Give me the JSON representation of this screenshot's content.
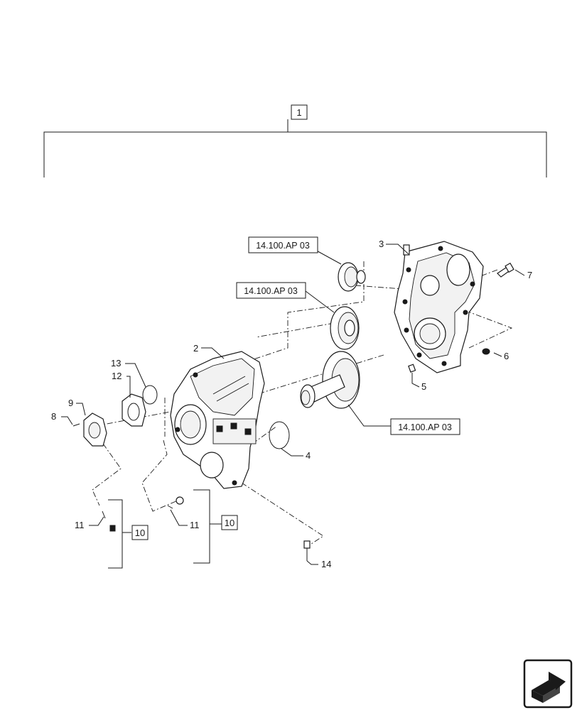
{
  "callouts": {
    "assembly": "1",
    "c2": "2",
    "c3": "3",
    "c4": "4",
    "c5": "5",
    "c6": "6",
    "c7": "7",
    "c8": "8",
    "c9": "9",
    "c10a": "10",
    "c10b": "10",
    "c11a": "11",
    "c11b": "11",
    "c12": "12",
    "c13": "13",
    "c14": "14"
  },
  "references": {
    "ref_top": "14.100.AP 03",
    "ref_mid": "14.100.AP 03",
    "ref_low": "14.100.AP 03"
  },
  "icons": {
    "corner": "next-page-arrow-icon"
  }
}
